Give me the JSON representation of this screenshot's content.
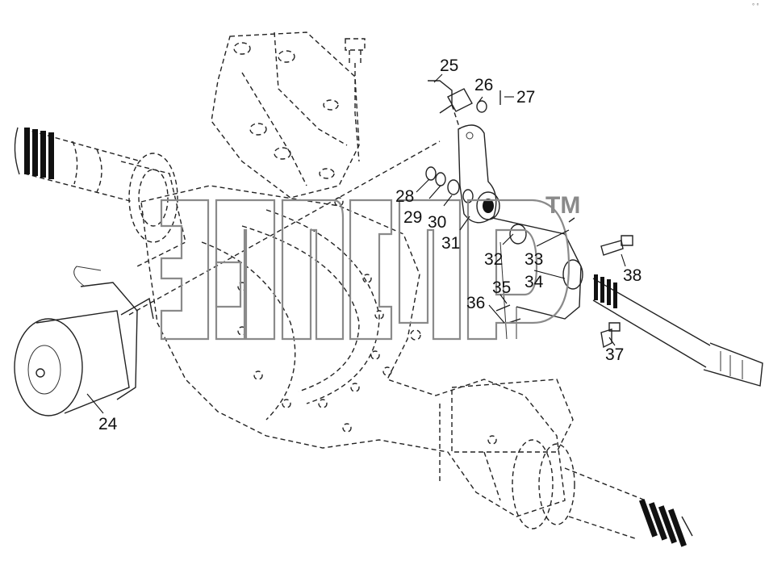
{
  "diagram": {
    "callouts": [
      {
        "id": "c24",
        "text": "24"
      },
      {
        "id": "c25",
        "text": "25"
      },
      {
        "id": "c26",
        "text": "26"
      },
      {
        "id": "c27",
        "text": "27"
      },
      {
        "id": "c28",
        "text": "28"
      },
      {
        "id": "c29",
        "text": "29"
      },
      {
        "id": "c30",
        "text": "30"
      },
      {
        "id": "c31",
        "text": "31"
      },
      {
        "id": "c32",
        "text": "32"
      },
      {
        "id": "c33",
        "text": "33"
      },
      {
        "id": "c34",
        "text": "34"
      },
      {
        "id": "c35",
        "text": "35"
      },
      {
        "id": "c36",
        "text": "36"
      },
      {
        "id": "c37",
        "text": "37"
      },
      {
        "id": "c38",
        "text": "38"
      }
    ],
    "watermark": {
      "tm": "TM"
    },
    "corner_mark": "° °"
  }
}
